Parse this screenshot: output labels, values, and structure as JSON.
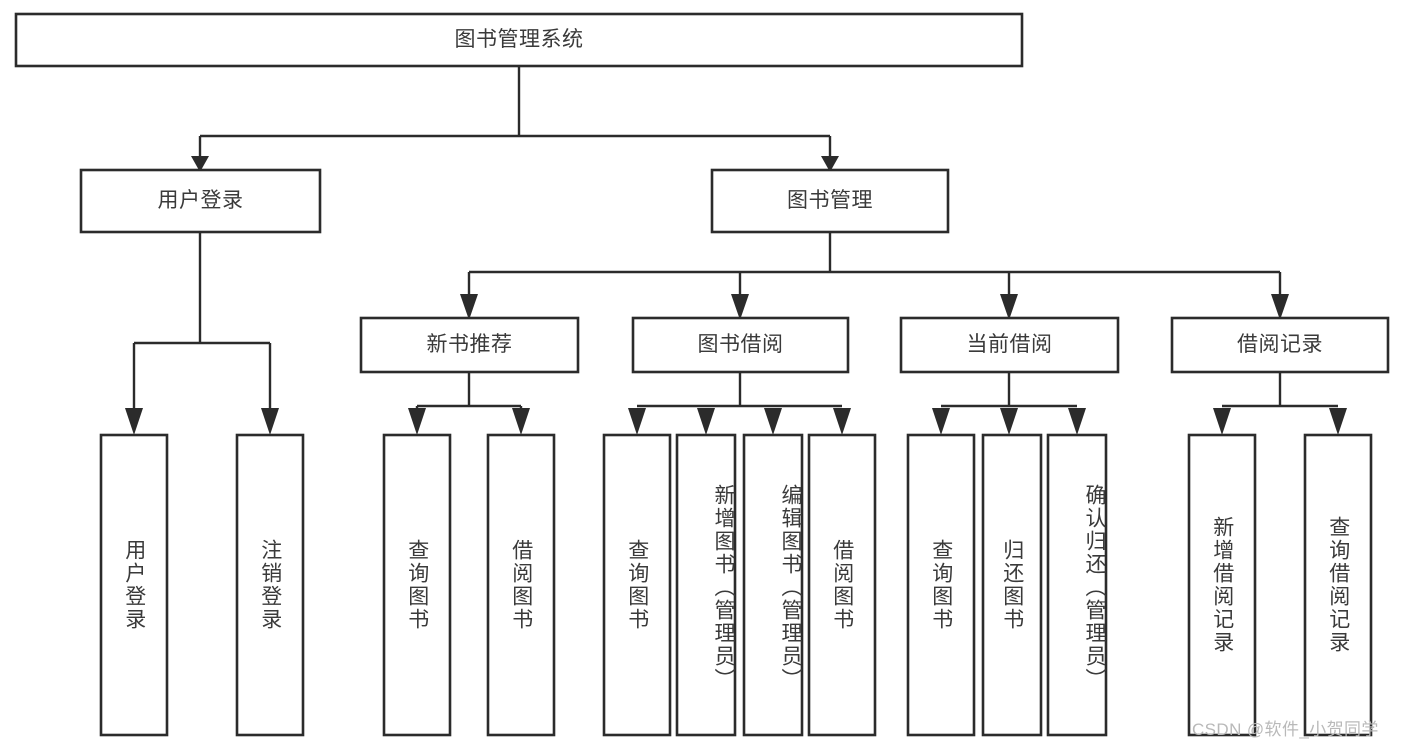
{
  "diagram": {
    "type": "tree-hierarchy-chart",
    "title": "图书管理系统",
    "watermark": "CSDN @软件_小贺同学",
    "colors": {
      "background": "#ffffff",
      "stroke": "#2b2b2b",
      "text": "#3a3a3a",
      "watermark": "#b9b9b9"
    },
    "levels": [
      {
        "level": 1,
        "nodes": [
          {
            "id": "root",
            "label": "图书管理系统",
            "orientation": "horizontal"
          }
        ]
      },
      {
        "level": 2,
        "nodes": [
          {
            "id": "user-login",
            "label": "用户登录",
            "orientation": "horizontal",
            "parent": "root"
          },
          {
            "id": "book-manage",
            "label": "图书管理",
            "orientation": "horizontal",
            "parent": "root"
          }
        ]
      },
      {
        "level": 3,
        "nodes": [
          {
            "id": "new-book-recommend",
            "label": "新书推荐",
            "orientation": "horizontal",
            "parent": "book-manage"
          },
          {
            "id": "book-borrow",
            "label": "图书借阅",
            "orientation": "horizontal",
            "parent": "book-manage"
          },
          {
            "id": "current-borrow",
            "label": "当前借阅",
            "orientation": "horizontal",
            "parent": "book-manage"
          },
          {
            "id": "borrow-record",
            "label": "借阅记录",
            "orientation": "horizontal",
            "parent": "book-manage"
          }
        ]
      },
      {
        "level": 4,
        "nodes": [
          {
            "id": "leaf-user-login",
            "label": "用户登录",
            "orientation": "vertical",
            "parent": "user-login"
          },
          {
            "id": "leaf-logout-login",
            "label": "注销登录",
            "orientation": "vertical",
            "parent": "user-login"
          },
          {
            "id": "leaf-query-book-1",
            "label": "查询图书",
            "orientation": "vertical",
            "parent": "new-book-recommend"
          },
          {
            "id": "leaf-borrow-book-1",
            "label": "借阅图书",
            "orientation": "vertical",
            "parent": "new-book-recommend"
          },
          {
            "id": "leaf-query-book-2",
            "label": "查询图书",
            "orientation": "vertical",
            "parent": "book-borrow"
          },
          {
            "id": "leaf-add-book-admin",
            "label": "新增图书（管理员）",
            "orientation": "vertical",
            "parent": "book-borrow"
          },
          {
            "id": "leaf-edit-book-admin",
            "label": "编辑图书（管理员）",
            "orientation": "vertical",
            "parent": "book-borrow"
          },
          {
            "id": "leaf-borrow-book-2",
            "label": "借阅图书",
            "orientation": "vertical",
            "parent": "book-borrow"
          },
          {
            "id": "leaf-query-book-3",
            "label": "查询图书",
            "orientation": "vertical",
            "parent": "current-borrow"
          },
          {
            "id": "leaf-return-book",
            "label": "归还图书",
            "orientation": "vertical",
            "parent": "current-borrow"
          },
          {
            "id": "leaf-confirm-return-admin",
            "label": "确认归还（管理员）",
            "orientation": "vertical",
            "parent": "current-borrow"
          },
          {
            "id": "leaf-add-borrow-record",
            "label": "新增借阅记录",
            "orientation": "vertical",
            "parent": "borrow-record"
          },
          {
            "id": "leaf-query-borrow-record",
            "label": "查询借阅记录",
            "orientation": "vertical",
            "parent": "borrow-record"
          }
        ]
      }
    ]
  }
}
